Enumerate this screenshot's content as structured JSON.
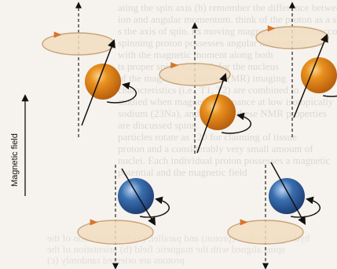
{
  "figure": {
    "axis_label": "Magnetic field",
    "background_text": {
      "lines": [
        "ating the spin axis (b) remember the difference between a",
        "ion and angular momentum. think of the proton as a sphere",
        "s the axis of spin. its moving magnetic field is in accord",
        "spinning proton possesses angular momentum",
        "with the magnetic moment along both",
        "ts proper spin axis, both for the nucleus",
        "of the magnetic resonance (MR) imaging",
        "characteristics (i.e., T1, T2) are combined to",
        "studied when magnetic resonance at low isotopically",
        "sodium (23Na), and 31P. All these NMR properties",
        "are discussed spins.",
        "particles rotate as 120 for claiming of tissue",
        "proton and a considerably very small amount of",
        "nuclei. Each individual proton possesses a magnetic",
        "potential and the magnetic field"
      ],
      "back_lines": [
        "hydrogen nucleus (proton) and parallel, (a) An illustration of the",
        "spins aligned with the magnetic field (b) orientation of the",
        "protons are oriented randomly (c)"
      ]
    },
    "colors": {
      "orange_sphere": "#e8901e",
      "orange_dark": "#b35a0c",
      "blue_sphere": "#3a6fb0",
      "blue_dark": "#1a3a6e",
      "ellipse_fill": "#f1dcc0",
      "ellipse_stroke": "#c8a47a",
      "arrowhead_orange": "#d8742a"
    },
    "icons": {
      "field_arrow": "up-arrow-icon",
      "spin_axis": "dashed-arrow-icon",
      "precession_path": "ellipse-arrow-icon",
      "nucleus": "sphere-icon"
    }
  }
}
